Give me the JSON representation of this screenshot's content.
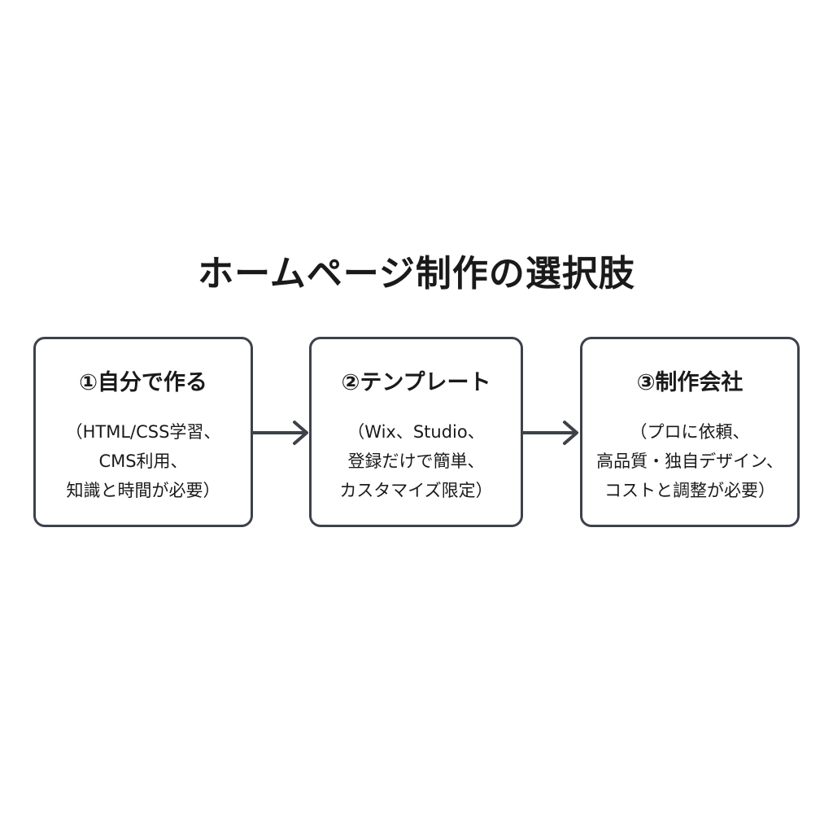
{
  "title": "ホームページ制作の選択肢",
  "colors": {
    "border": "#3c414a",
    "text": "#1a1a1a",
    "background": "#ffffff"
  },
  "options": [
    {
      "heading": "①自分で作る",
      "lines": [
        "（HTML/CSS学習、",
        "CMS利用、",
        "知識と時間が必要）"
      ]
    },
    {
      "heading": "②テンプレート",
      "lines": [
        "（Wix、Studio、",
        "登録だけで簡単、",
        "カスタマイズ限定）"
      ]
    },
    {
      "heading": "③制作会社",
      "lines": [
        "（プロに依頼、",
        "高品質・独自デザイン、",
        "コストと調整が必要）"
      ]
    }
  ]
}
